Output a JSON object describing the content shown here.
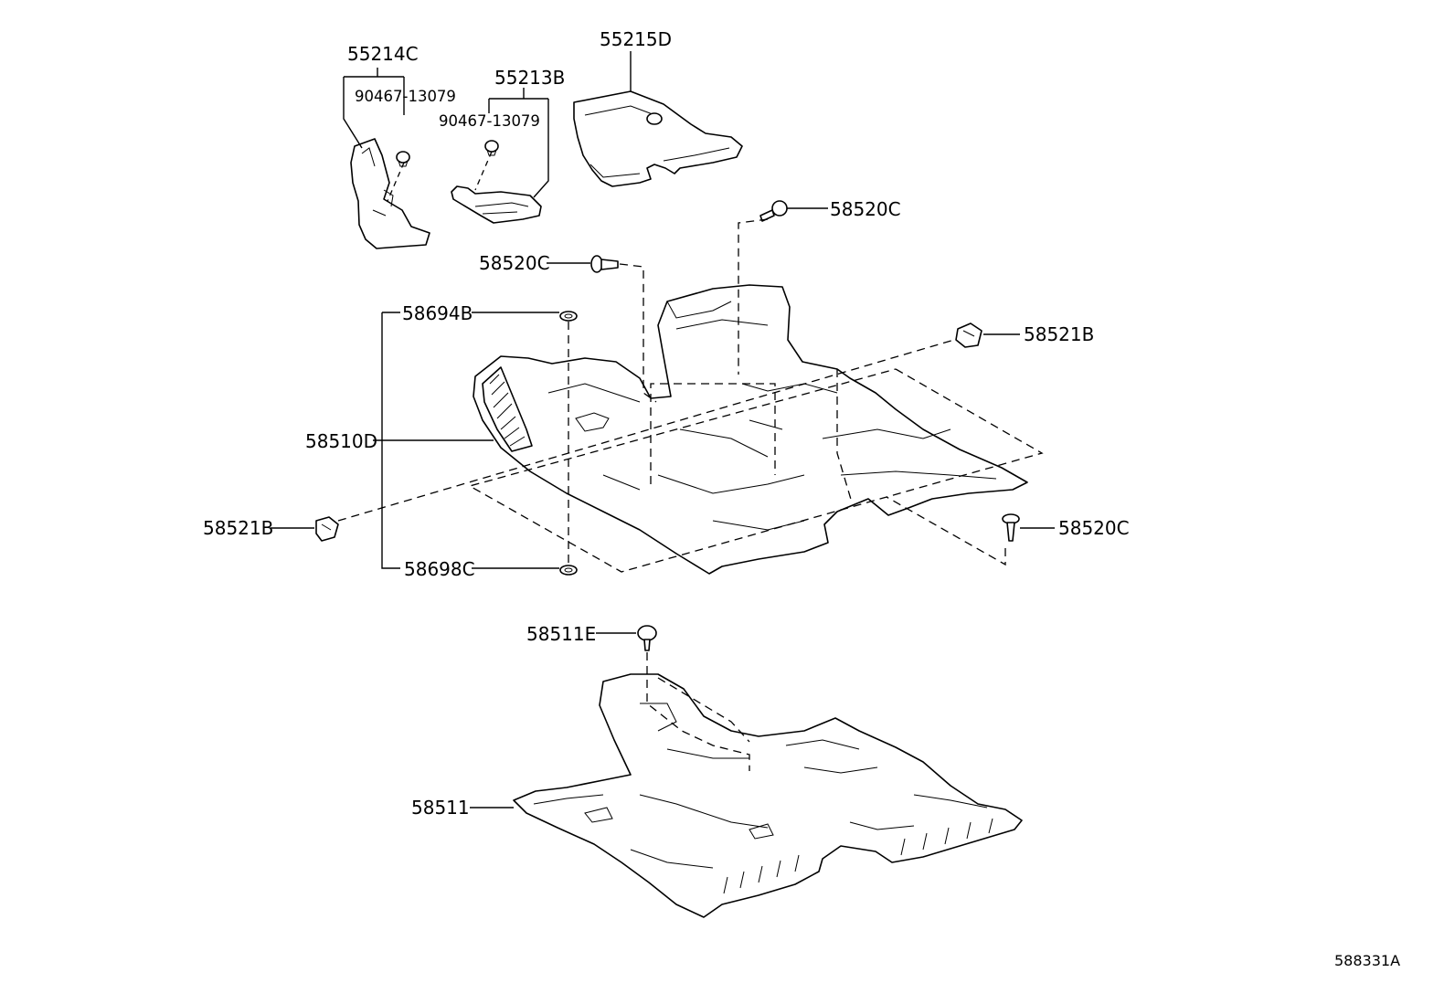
{
  "diagram": {
    "labels": {
      "p55214C": "55214C",
      "p90467_a": "90467-13079",
      "p55213B": "55213B",
      "p90467_b": "90467-13079",
      "p55215D": "55215D",
      "p58520C_top": "58520C",
      "p58520C_mid": "58520C",
      "p58520C_right": "58520C",
      "p58694B": "58694B",
      "p58521B_right": "58521B",
      "p58510D": "58510D",
      "p58521B_left": "58521B",
      "p58698C": "58698C",
      "p58511E": "58511E",
      "p58511": "58511"
    },
    "reference": "588331A"
  }
}
